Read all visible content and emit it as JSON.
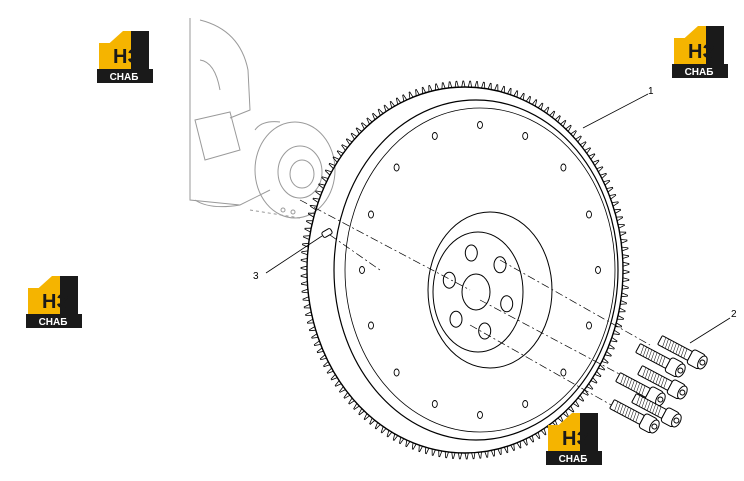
{
  "logo": {
    "mark": "НЗ",
    "subtitle": "СНАБ",
    "accent": "#f5b400",
    "dark": "#1a1a1a"
  },
  "callouts": [
    {
      "id": "1",
      "label": "1"
    },
    {
      "id": "2",
      "label": "2"
    },
    {
      "id": "3",
      "label": "3"
    }
  ],
  "drawing": {
    "line_color": "#000000",
    "ghost_color": "#9a9a9a"
  }
}
